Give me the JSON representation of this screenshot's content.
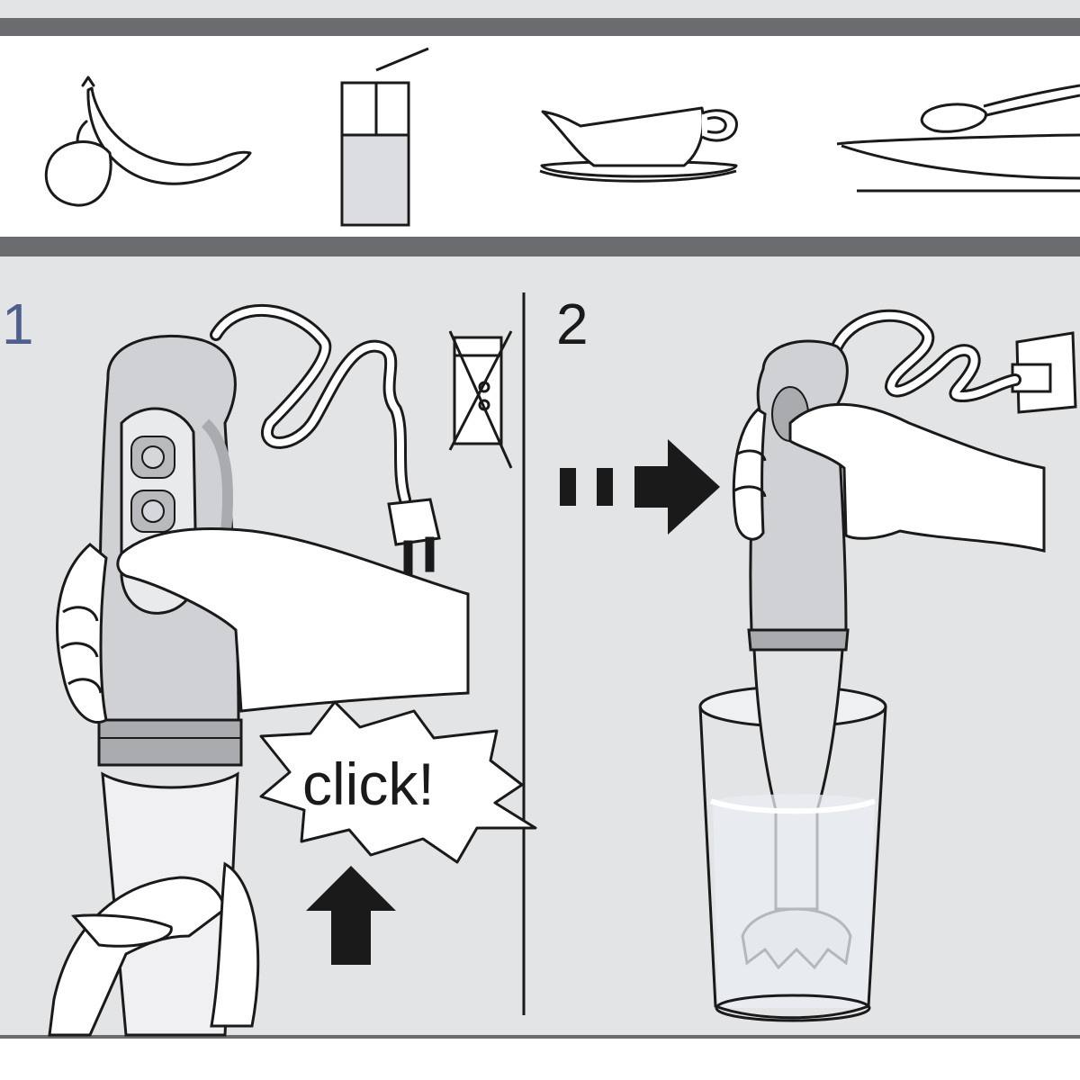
{
  "colors": {
    "panel_bg": "#e3e4e6",
    "rule": "#6b6c70",
    "ink": "#1a1a1a",
    "step_number": "#4f5f8c",
    "device": "#cfd1d4",
    "device_dark": "#a9abae",
    "white": "#ffffff"
  },
  "icons": {
    "top_row": [
      "fruit-icon",
      "drink-glass-icon",
      "gravy-boat-icon",
      "soup-plate-icon"
    ],
    "dishwasher": "no-dishwasher-icon"
  },
  "steps": [
    {
      "number": "1",
      "callout": "click!"
    },
    {
      "number": "2"
    }
  ]
}
